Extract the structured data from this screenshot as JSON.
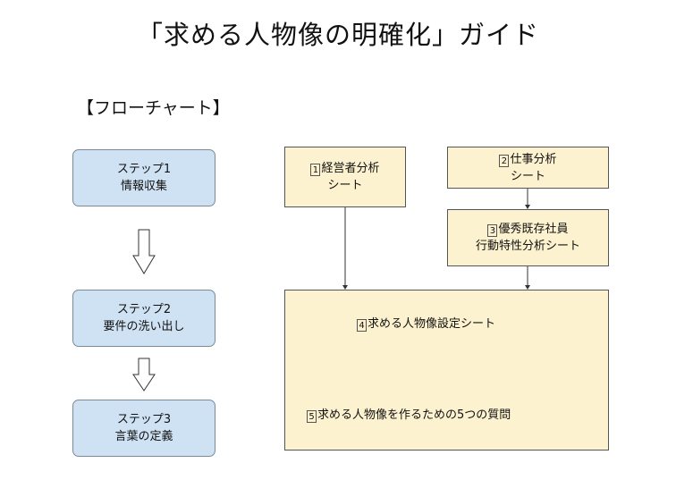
{
  "title": "「求める人物像の明確化」ガイド",
  "subtitle": "【フローチャート】",
  "steps": [
    {
      "line1": "ステップ1",
      "line2": "情報収集"
    },
    {
      "line1": "ステップ2",
      "line2": "要件の洗い出し"
    },
    {
      "line1": "ステップ3",
      "line2": "言葉の定義"
    }
  ],
  "sheets": {
    "s1": {
      "num": "1",
      "line1": "経営者分析",
      "line2": "シート"
    },
    "s2": {
      "num": "2",
      "line1": "仕事分析",
      "line2": "シート"
    },
    "s3": {
      "num": "3",
      "line1": "優秀既存社員",
      "line2": "行動特性分析シート"
    },
    "s4": {
      "num": "4",
      "text": "求める人物像設定シート"
    },
    "s5": {
      "num": "5",
      "text": "求める人物像を作るための5つの質問"
    }
  }
}
